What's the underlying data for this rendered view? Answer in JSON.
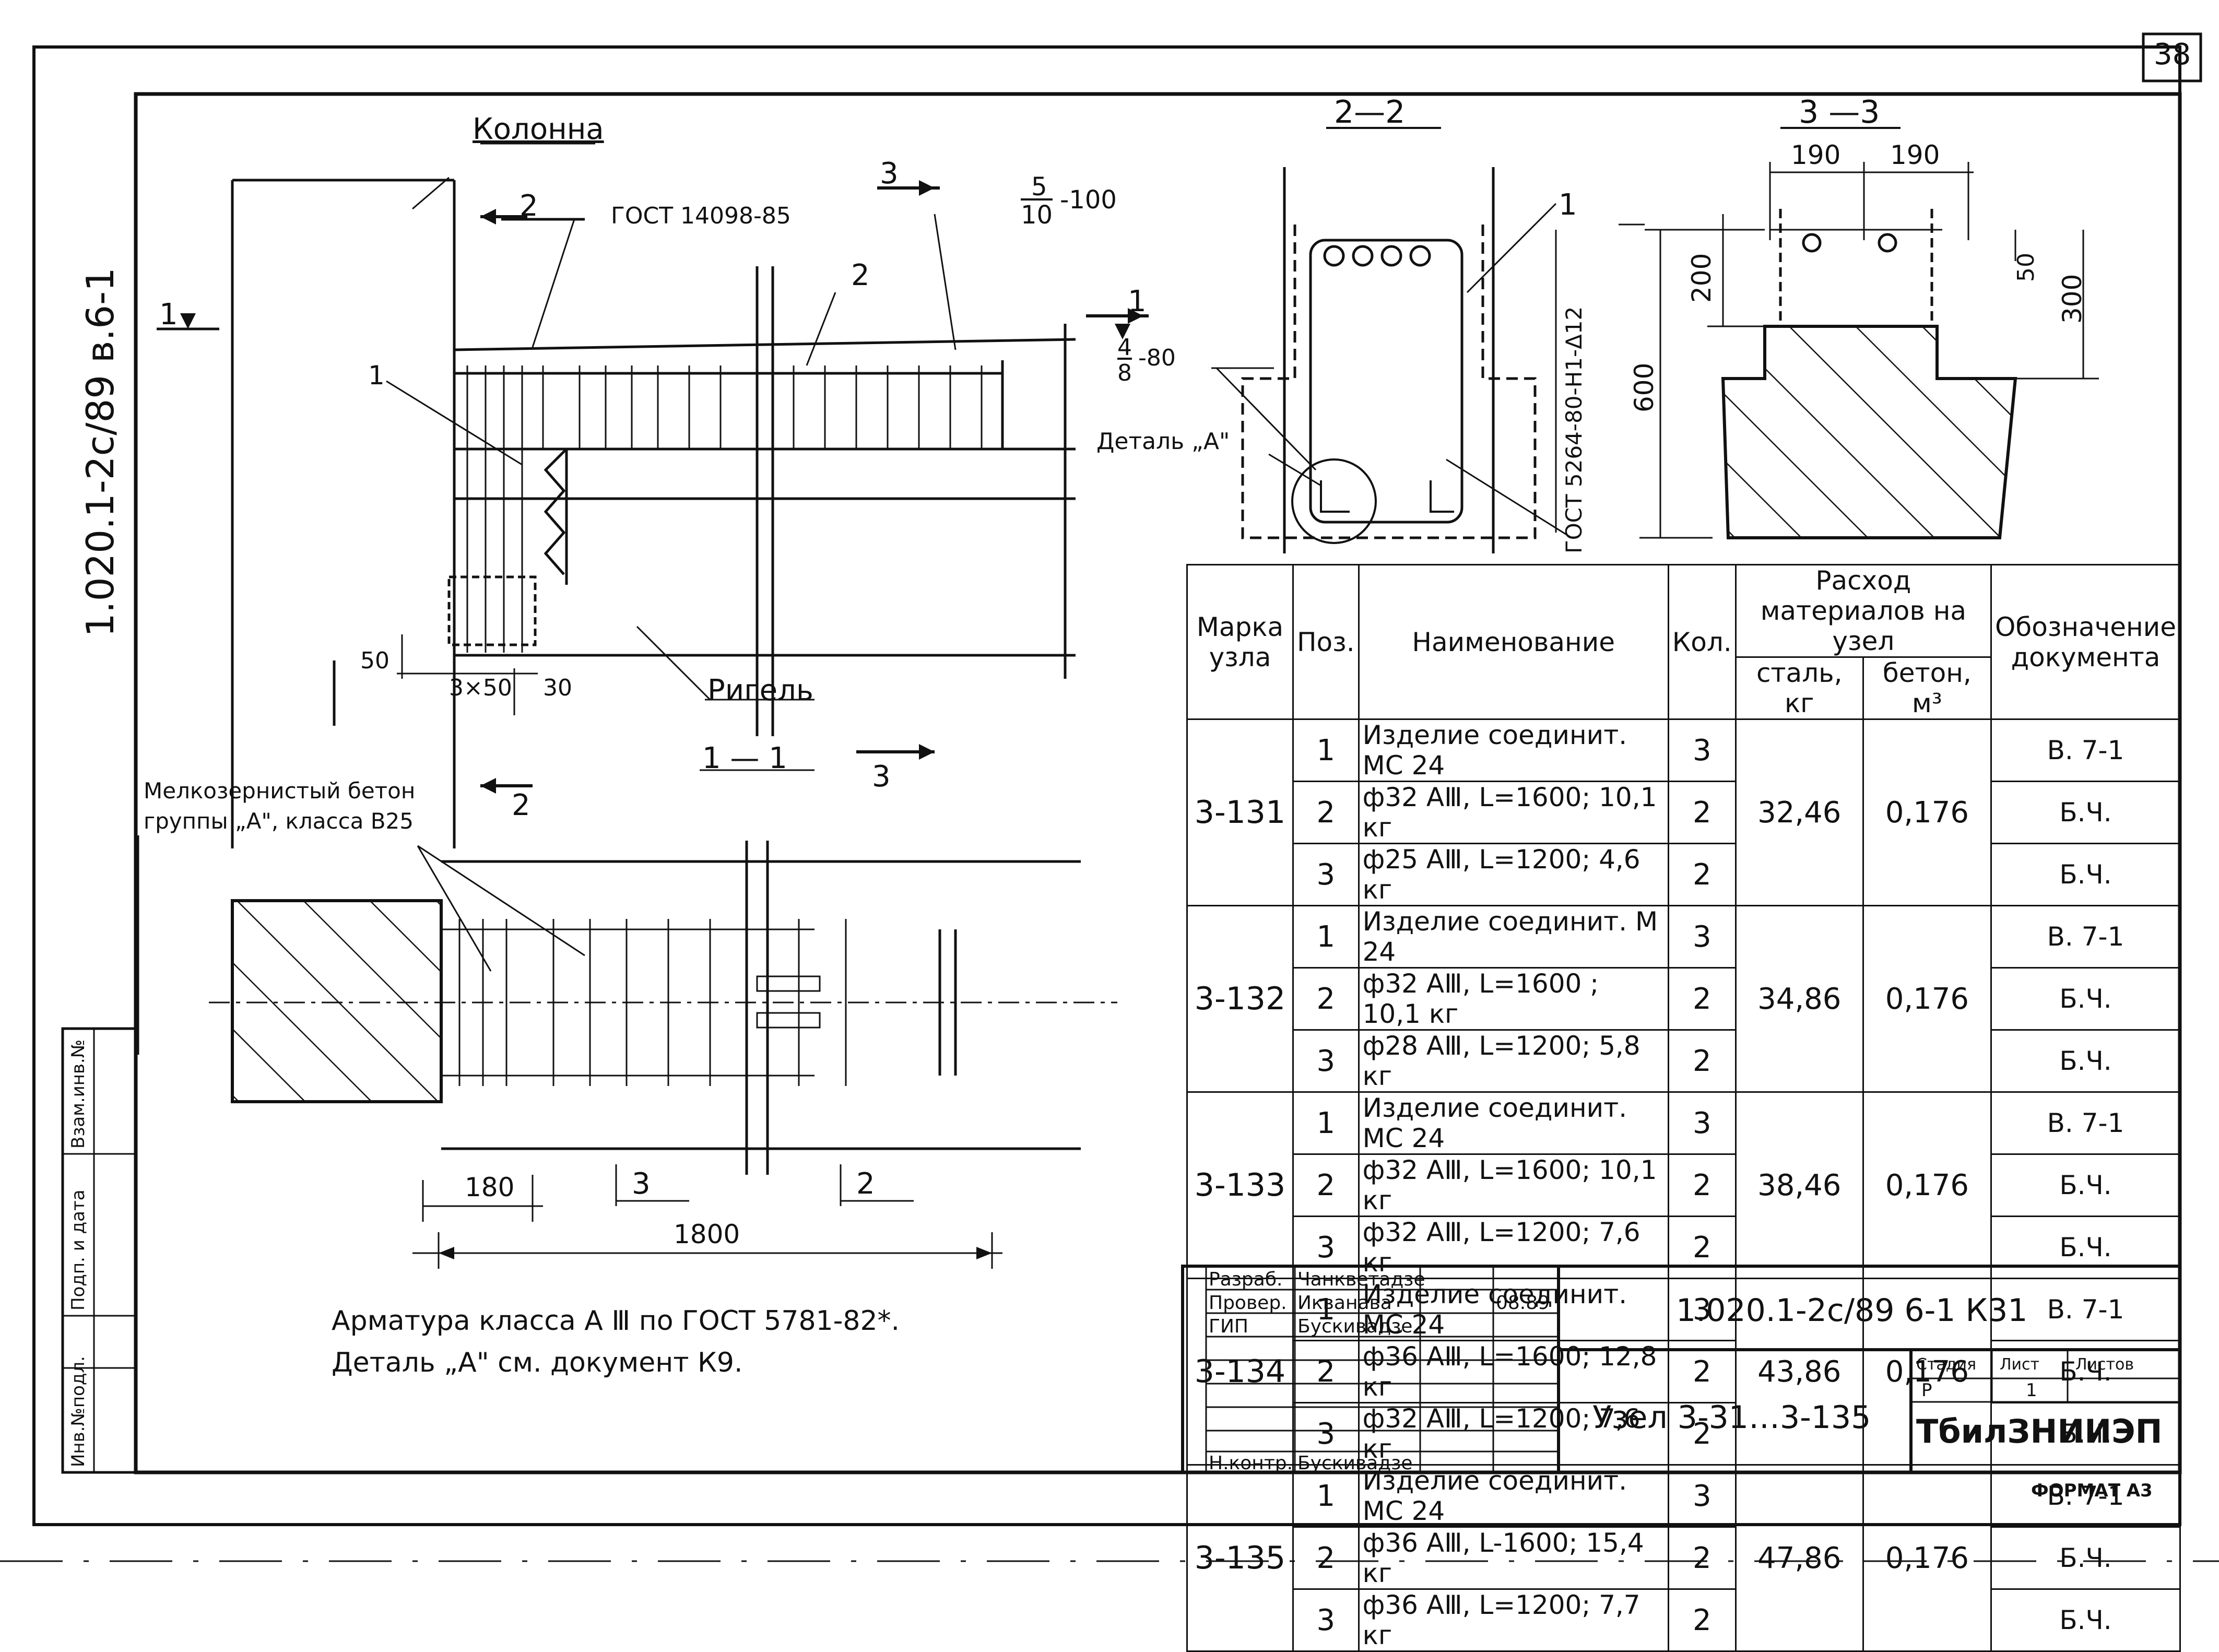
{
  "sheet": {
    "sheet_number": "38",
    "side_code": "1.020.1-2с/89 в.6-1",
    "format_label": "ФОРМАТ А3"
  },
  "drawing_labels": {
    "column": "Колонна",
    "gost_1": "ГОСТ 14098-85",
    "rebar_mark": "5/10-100",
    "rebar_mark_num": "5",
    "rebar_mark_den": "10",
    "rebar_mark_suffix": "-100",
    "beam": "Ригель",
    "section_1_1": "1 — 1",
    "section_2_2": "2—2",
    "section_3_3": "3 —3",
    "section_mark_1": "1",
    "section_mark_2": "2",
    "section_mark_3": "3",
    "pos_1": "1",
    "pos_2": "2",
    "detail_a": "Деталь „А\"",
    "weld_mark": "4/8-80",
    "weld_num": "4",
    "weld_den": "8",
    "weld_suffix": "-80",
    "gost_2": "ГОСТ 5264-80-Н1-Δ12",
    "fine_concrete_1": "Мелкозернистый бетон",
    "fine_concrete_2": "группы „А\", класса В25",
    "dim_50": "50",
    "dim_3x50": "3×50",
    "dim_30": "30",
    "dim_180": "180",
    "dim_1800": "1800",
    "dim_3": "3",
    "dim_2": "2",
    "dim_600": "600",
    "dim_190a": "190",
    "dim_190b": "190",
    "dim_200": "200",
    "dim_300": "300",
    "dim_50b": "50"
  },
  "notes": [
    "Арматура класса А Ⅲ по ГОСТ 5781-82*.",
    "Деталь „А\" см. документ К9."
  ],
  "spec_table": {
    "headers": {
      "mark": "Марка узла",
      "pos": "Поз.",
      "name": "Наименование",
      "qty": "Кол.",
      "materials": "Расход материалов на узел",
      "steel": "сталь, кг",
      "concrete": "бетон, м³",
      "doc": "Обозначение документа"
    },
    "groups": [
      {
        "mark": "3-131",
        "steel": "32,46",
        "concrete": "0,176",
        "rows": [
          {
            "pos": "1",
            "name": "Изделие соединит. МС 24",
            "qty": "3",
            "doc": "В. 7-1"
          },
          {
            "pos": "2",
            "name": "ф32 АⅢ, L=1600; 10,1 кг",
            "qty": "2",
            "doc": "Б.Ч."
          },
          {
            "pos": "3",
            "name": "ф25 АⅢ, L=1200; 4,6 кг",
            "qty": "2",
            "doc": "Б.Ч."
          }
        ]
      },
      {
        "mark": "3-132",
        "steel": "34,86",
        "concrete": "0,176",
        "rows": [
          {
            "pos": "1",
            "name": "Изделие соединит. М 24",
            "qty": "3",
            "doc": "В. 7-1"
          },
          {
            "pos": "2",
            "name": "ф32 АⅢ, L=1600 ; 10,1 кг",
            "qty": "2",
            "doc": "Б.Ч."
          },
          {
            "pos": "3",
            "name": "ф28 АⅢ, L=1200; 5,8 кг",
            "qty": "2",
            "doc": "Б.Ч."
          }
        ]
      },
      {
        "mark": "3-133",
        "steel": "38,46",
        "concrete": "0,176",
        "rows": [
          {
            "pos": "1",
            "name": "Изделие соединит. МС 24",
            "qty": "3",
            "doc": "В. 7-1"
          },
          {
            "pos": "2",
            "name": "ф32 АⅢ, L=1600; 10,1 кг",
            "qty": "2",
            "doc": "Б.Ч."
          },
          {
            "pos": "3",
            "name": "ф32 АⅢ, L=1200; 7,6 кг",
            "qty": "2",
            "doc": "Б.Ч."
          }
        ]
      },
      {
        "mark": "3-134",
        "steel": "43,86",
        "concrete": "0,176",
        "rows": [
          {
            "pos": "1",
            "name": "Изделие соединит. МС 24",
            "qty": "3",
            "doc": "В. 7-1"
          },
          {
            "pos": "2",
            "name": "ф36 АⅢ, L=1600; 12,8 кг",
            "qty": "2",
            "doc": "Б.Ч."
          },
          {
            "pos": "3",
            "name": "ф32 АⅢ, L=1200; 7,6 кг",
            "qty": "2",
            "doc": "Б.Ч."
          }
        ]
      },
      {
        "mark": "3-135",
        "steel": "47,86",
        "concrete": "0,176",
        "rows": [
          {
            "pos": "1",
            "name": "Изделие соединит. МС 24",
            "qty": "3",
            "doc": "В. 7-1"
          },
          {
            "pos": "2",
            "name": "ф36 АⅢ, L-1600; 15,4 кг",
            "qty": "2",
            "doc": "Б.Ч."
          },
          {
            "pos": "3",
            "name": "ф36 АⅢ, L=1200; 7,7 кг",
            "qty": "2",
            "doc": "Б.Ч."
          }
        ]
      }
    ]
  },
  "title_block": {
    "designation": "1.020.1-2с/89 6-1 К31",
    "title": "Узел 3-31…3-135",
    "organization": "ТбилЗНИИЭП",
    "stage_label": "Стадия",
    "sheet_label": "Лист",
    "sheets_label": "Листов",
    "stage": "Р",
    "sheet": "1",
    "date": "08.89",
    "roles": [
      {
        "role": "Разраб.",
        "name": "Чанкветадзе"
      },
      {
        "role": "Провер.",
        "name": "Икванава"
      },
      {
        "role": "ГИП",
        "name": "Бускивадзе"
      },
      {
        "role": "Н.контр.",
        "name": "Бускивадзе"
      }
    ]
  },
  "side_stamp": [
    "Инв.№подл.",
    "Подп. и дата",
    "Взам.инв.№"
  ]
}
